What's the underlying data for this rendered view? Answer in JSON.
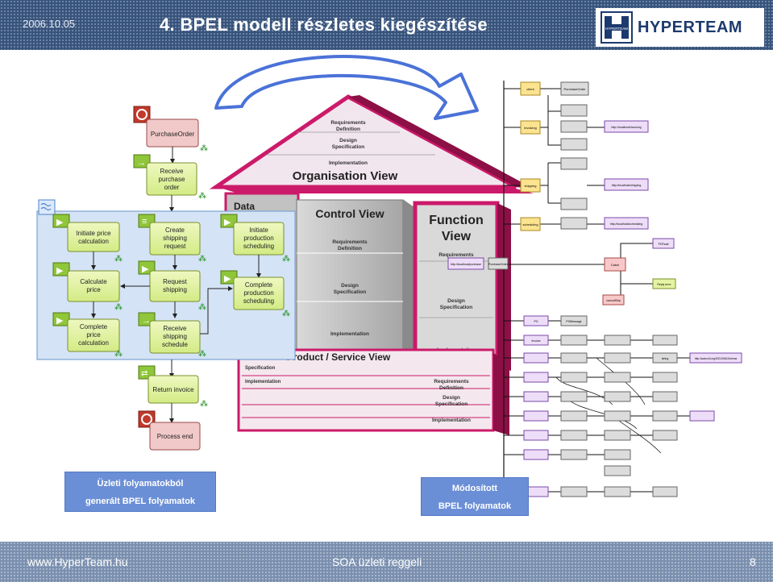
{
  "header": {
    "date": "2006.10.05",
    "title": "4. BPEL modell részletes kiegészítése",
    "logo_small": "HYPERTEAM",
    "logo_text": "HYPERTEAM"
  },
  "footer": {
    "left": "www.HyperTeam.hu",
    "center": "SOA üzleti reggeli",
    "page": "8"
  },
  "captions": {
    "left_line1": "Üzleti folyamatokból",
    "left_line2": "generált BPEL folyamatok",
    "right_line1": "Módosított",
    "right_line2": "BPEL folyamatok"
  },
  "process": {
    "start": "PurchaseOrder",
    "receive_po": [
      "Receive",
      "purchase",
      "order"
    ],
    "init_price": [
      "Initiate price",
      "calculation"
    ],
    "create_shipping": [
      "Create",
      "shipping",
      "request"
    ],
    "init_production": [
      "Initiate",
      "production",
      "scheduling"
    ],
    "calc_price": [
      "Calculate",
      "price"
    ],
    "request_shipping": [
      "Request",
      "shipping"
    ],
    "complete_production": [
      "Complete",
      "production",
      "scheduling"
    ],
    "complete_price": [
      "Complete",
      "price",
      "calculation"
    ],
    "receive_schedule": [
      "Receive",
      "shipping",
      "schedule"
    ],
    "return_invoice": "Return invoice",
    "end": "Process end"
  },
  "house": {
    "roof": [
      "Requirements",
      "Definition",
      "Design",
      "Specification",
      "Implementation"
    ],
    "organisation": "Organisation View",
    "data": "Data",
    "control": "Control View",
    "control_layers": [
      "Requirements",
      "Definition",
      "Design",
      "Specification",
      "Implementation"
    ],
    "function": [
      "Function",
      "View"
    ],
    "function_layers": [
      "Requirements",
      "Design",
      "Specification",
      "Implementation"
    ],
    "product": "Product / Service View",
    "product_layers": [
      "Requirements",
      "Definition",
      "Design",
      "Specification",
      "Implementation"
    ],
    "base_left": [
      "Specification",
      "Implementation"
    ]
  },
  "bpel_labels": {
    "b1": "client",
    "b2": "PurchaseOrder",
    "b3": "invoicing",
    "b4": "http://localhost/invoicing",
    "b5": "shipping",
    "b6": "http://localhost/shipping",
    "b7": "scheduling",
    "b8": "http://localhost/scheduling",
    "b9": "http://localhost/purchase",
    "b10": "PurchaseOrder",
    "b11": "POFault",
    "b12": "Catch",
    "b13": "Reply error",
    "b14": "cannotShip",
    "b15": "PO",
    "b16": "POMessage",
    "b17": "Invoice",
    "b18": "http://www.w3.org/2001/XMLSchema",
    "b19": "string"
  },
  "colors": {
    "header_bg": "#38537a",
    "accent_blue": "#6b8fd6",
    "house_magenta": "#cc1a6a",
    "activity_green": "#e4f4a3"
  }
}
